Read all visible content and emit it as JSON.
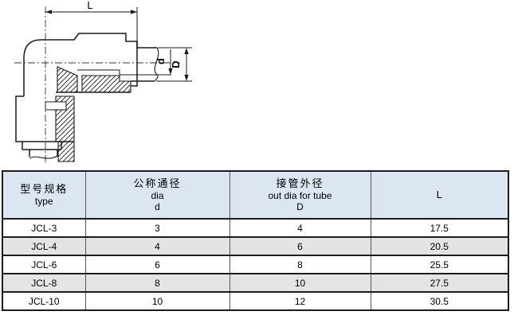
{
  "diagram": {
    "title": "elbow-union-section-drawing",
    "dim_length_label": "L",
    "dim_inner_dia_label": "d",
    "dim_outer_dia_label": "D"
  },
  "table": {
    "columns": [
      {
        "zh": "型号规格",
        "en": "type",
        "symbol": ""
      },
      {
        "zh": "公称通径",
        "en": "dia",
        "symbol": "d"
      },
      {
        "zh": "接管外径",
        "en": "out dia for tube",
        "symbol": "D"
      },
      {
        "zh": "",
        "en": "",
        "symbol": "L"
      }
    ],
    "rows": [
      {
        "type": "JCL-3",
        "d": "3",
        "D": "4",
        "L": "17.5"
      },
      {
        "type": "JCL-4",
        "d": "4",
        "D": "6",
        "L": "20.5"
      },
      {
        "type": "JCL-6",
        "d": "6",
        "D": "8",
        "L": "25.5"
      },
      {
        "type": "JCL-8",
        "d": "8",
        "D": "10",
        "L": "27.5"
      },
      {
        "type": "JCL-10",
        "d": "10",
        "D": "12",
        "L": "30.5"
      }
    ]
  },
  "colors": {
    "header_bg": "#dce6f2",
    "row_alt_bg": "#e4e4e4",
    "border_dark": "#1c1c1c",
    "line_color": "#1a1a1a",
    "page_bg": "#ffffff",
    "text_color": "#000000"
  }
}
